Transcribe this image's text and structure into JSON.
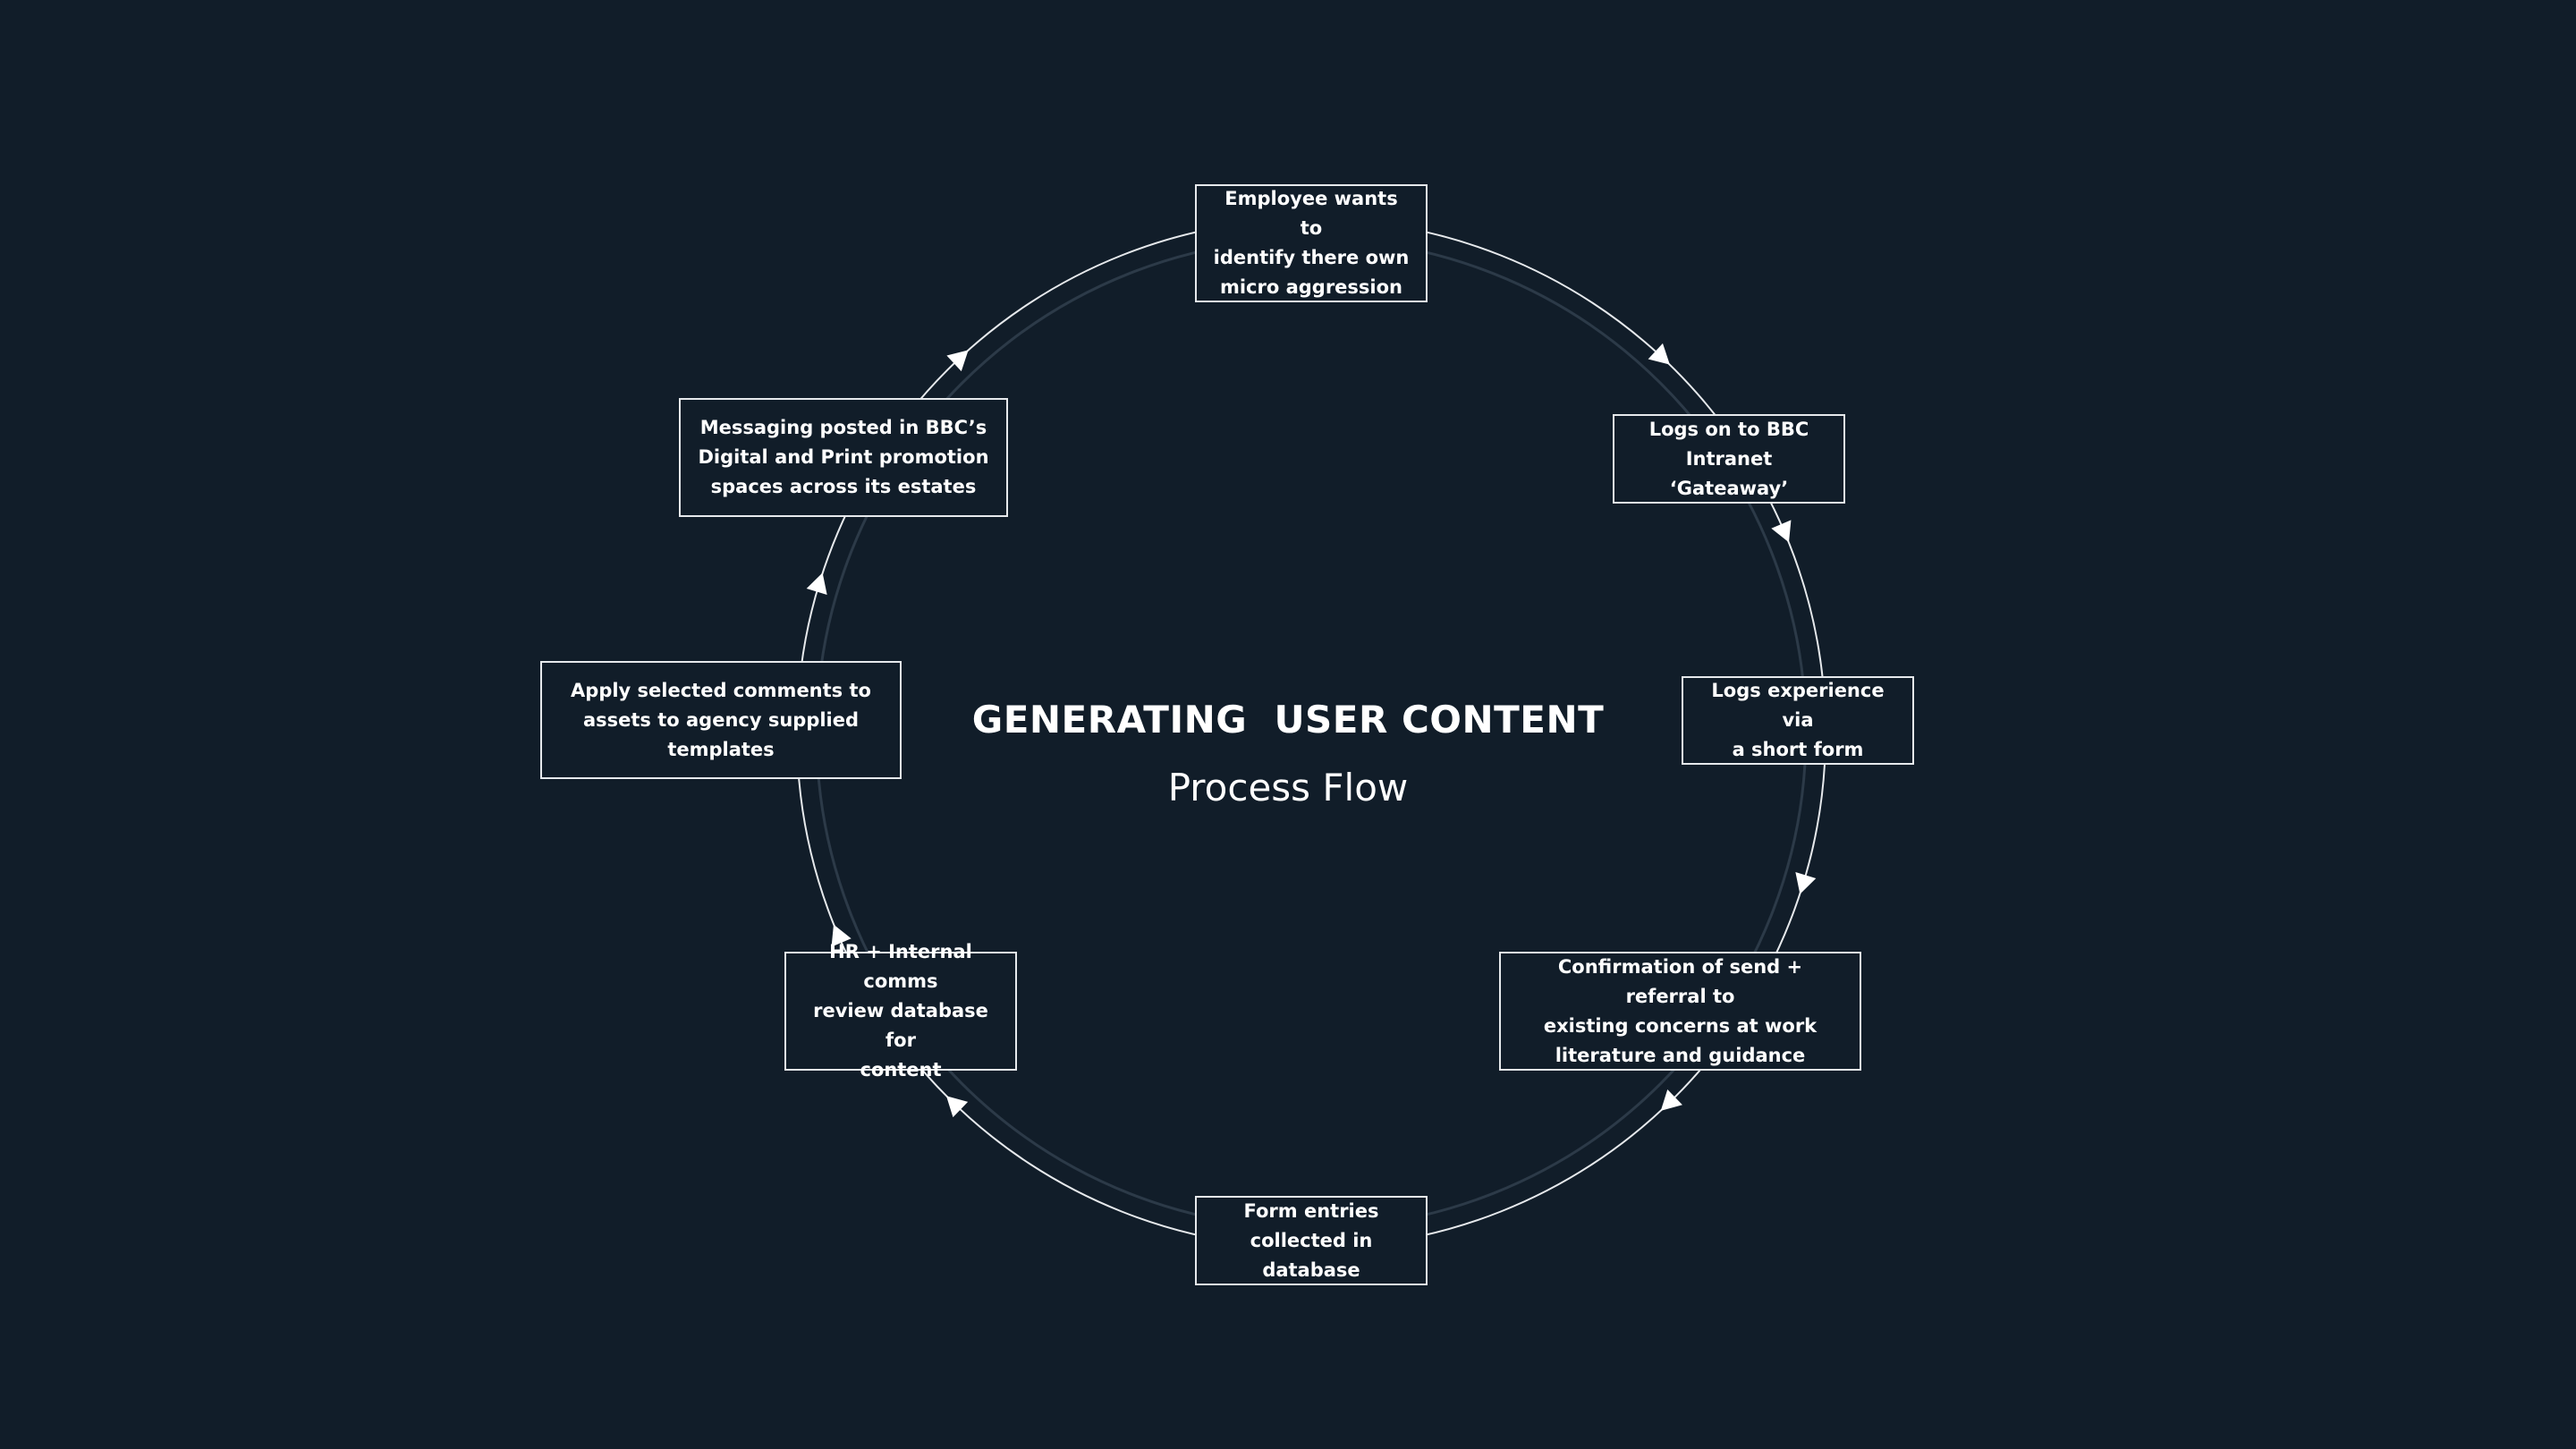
{
  "title": "GENERATING  USER CONTENT",
  "subtitle": "Process Flow",
  "colors": {
    "background": "#111d29",
    "line": "#e6e9ec",
    "inner_ring": "#2c3a48",
    "text": "#ffffff"
  },
  "steps": [
    {
      "text": "Employee wants to\nidentify there own\nmicro aggression"
    },
    {
      "text": "Logs on to BBC\nIntranet ‘Gateaway’"
    },
    {
      "text": "Logs experience via\na short form"
    },
    {
      "text": "Confirmation of send + referral to\nexisting concerns at work\nliterature and guidance"
    },
    {
      "text": "Form entries\ncollected in database"
    },
    {
      "text": "HR + Internal comms\nreview database for\ncontent"
    },
    {
      "text": "Apply selected comments to\nassets to agency supplied\ntemplates"
    },
    {
      "text": "Messaging posted in BBC’s\nDigital and Print promotion\nspaces across its estates"
    }
  ]
}
